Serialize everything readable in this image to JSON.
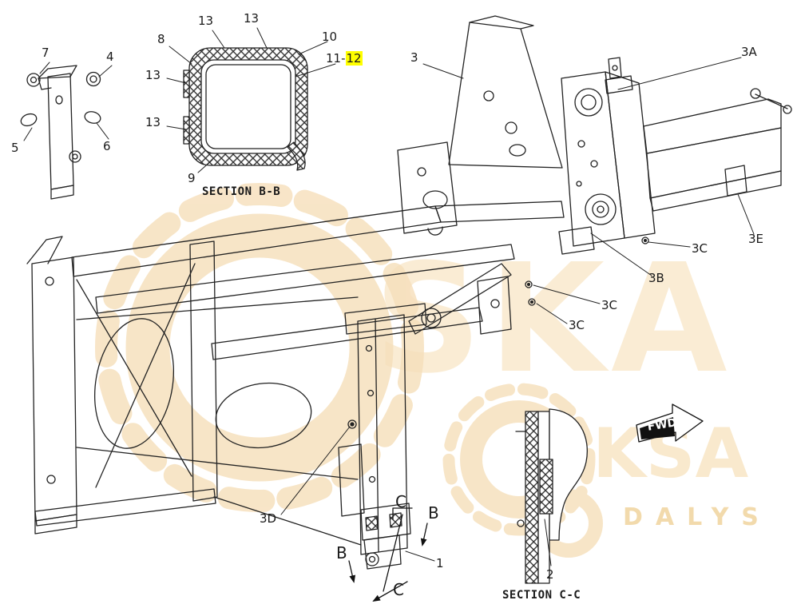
{
  "diagram": {
    "type": "exploded-parts-diagram",
    "sections": {
      "bb_title": "SECTION B-B",
      "cc_title": "SECTION C-C"
    },
    "callouts": {
      "n1": "1",
      "n2": "2",
      "n3": "3",
      "n3a": "3A",
      "n3b": "3B",
      "n3c": "3C",
      "n3d": "3D",
      "n3e": "3E",
      "n4": "4",
      "n5": "5",
      "n6": "6",
      "n7": "7",
      "n8": "8",
      "n9": "9",
      "n10": "10",
      "n11_prefix": "11-",
      "n12_highlight": "12",
      "n13": "13"
    },
    "cut_labels": {
      "b": "B",
      "c": "C"
    },
    "fwd_label": "FWD"
  },
  "watermark": {
    "large_text": "SKA",
    "medium_text": "KSA",
    "small_text": "DALYS",
    "color": "#f2d8a8"
  },
  "colors": {
    "highlight": "#ffff00",
    "line": "#222222",
    "background": "#ffffff"
  }
}
